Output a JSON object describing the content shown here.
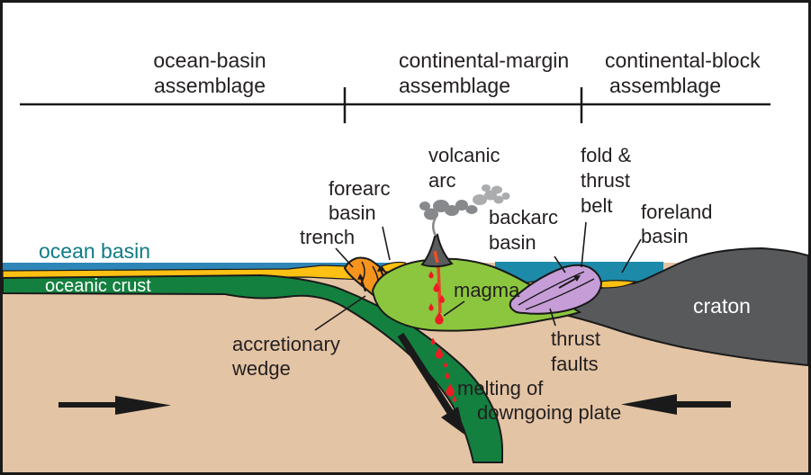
{
  "diagram_title": "Subduction zone assemblages cross-section",
  "header": {
    "sections": [
      {
        "line1": "ocean-basin",
        "line2": "assemblage"
      },
      {
        "line1": "continental-margin",
        "line2": "assemblage"
      },
      {
        "line1": "continental-block",
        "line2": "assemblage"
      }
    ]
  },
  "labels": {
    "ocean_basin": "ocean basin",
    "oceanic_crust": "oceanic crust",
    "volcanic_1": "volcanic",
    "volcanic_2": "arc",
    "forearc_1": "forearc",
    "forearc_2": "basin",
    "trench": "trench",
    "backarc_1": "backarc",
    "backarc_2": "basin",
    "fold_1": "fold &",
    "fold_2": "thrust",
    "fold_3": "belt",
    "foreland_1": "foreland",
    "foreland_2": "basin",
    "accretionary_1": "accretionary",
    "accretionary_2": "wedge",
    "magma": "magma",
    "thrust_faults_1": "thrust",
    "thrust_faults_2": "faults",
    "melting_1": "melting of",
    "melting_2": "downgoing plate",
    "craton": "craton"
  },
  "colors": {
    "ocean_text": "#0e7c86",
    "water_left": "#2e86b8",
    "water_right": "#1d8aa9",
    "sediment": "#fdc013",
    "crust": "#14803f",
    "mantle": "#e3c4a4",
    "wedge": "#f6941e",
    "arc": "#8cc63e",
    "thrust_belt": "#c79dd8",
    "craton": "#58595b",
    "volcano": "#5b5c5e",
    "smoke_dark": "#87898c",
    "smoke_light": "#aaacae",
    "magma": "#ed1c24",
    "outline": "#1a1a1a"
  }
}
